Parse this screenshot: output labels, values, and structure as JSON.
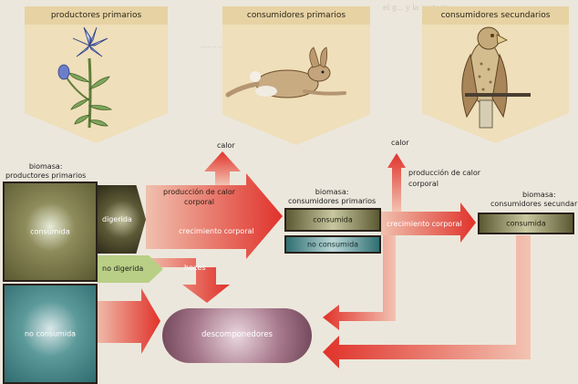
{
  "trophic_levels": {
    "producers": "productores primarios",
    "primary_consumers": "consumidores primarios",
    "secondary_consumers": "consumidores secundarios"
  },
  "illustrations": {
    "producers": "flower-illustration",
    "primary_consumers": "rabbit-illustration",
    "secondary_consumers": "hawk-illustration"
  },
  "producer_biomass": {
    "title": "biomasa:\nproductores primarios",
    "consumed": "consumida",
    "not_consumed": "no consumida"
  },
  "digestion": {
    "digested": "digerida",
    "not_digested": "no digerida",
    "feces": "heces"
  },
  "primary_flows": {
    "heat_production": "producción de calor\ncorporal",
    "heat": "calor",
    "growth": "crecimiento corporal"
  },
  "primary_consumer_biomass": {
    "title": "biomasa:\nconsumidores primarios",
    "consumed": "consumida",
    "not_consumed": "no consumida"
  },
  "secondary_flows": {
    "heat": "calor",
    "heat_production": "producción de calor\ncorporal",
    "growth": "crecimiento corporal"
  },
  "secondary_consumer_biomass": {
    "title": "biomasa:\nconsumidores secundarios",
    "consumed": "consumida"
  },
  "decomposers": "descomponedores",
  "colors": {
    "arrow_red": "#e0322a",
    "pennant_label": "#e7d2a4",
    "box_olive": "#6f6d3e",
    "box_teal": "#3f7f7f",
    "decomposer": "#8a5a6e"
  }
}
